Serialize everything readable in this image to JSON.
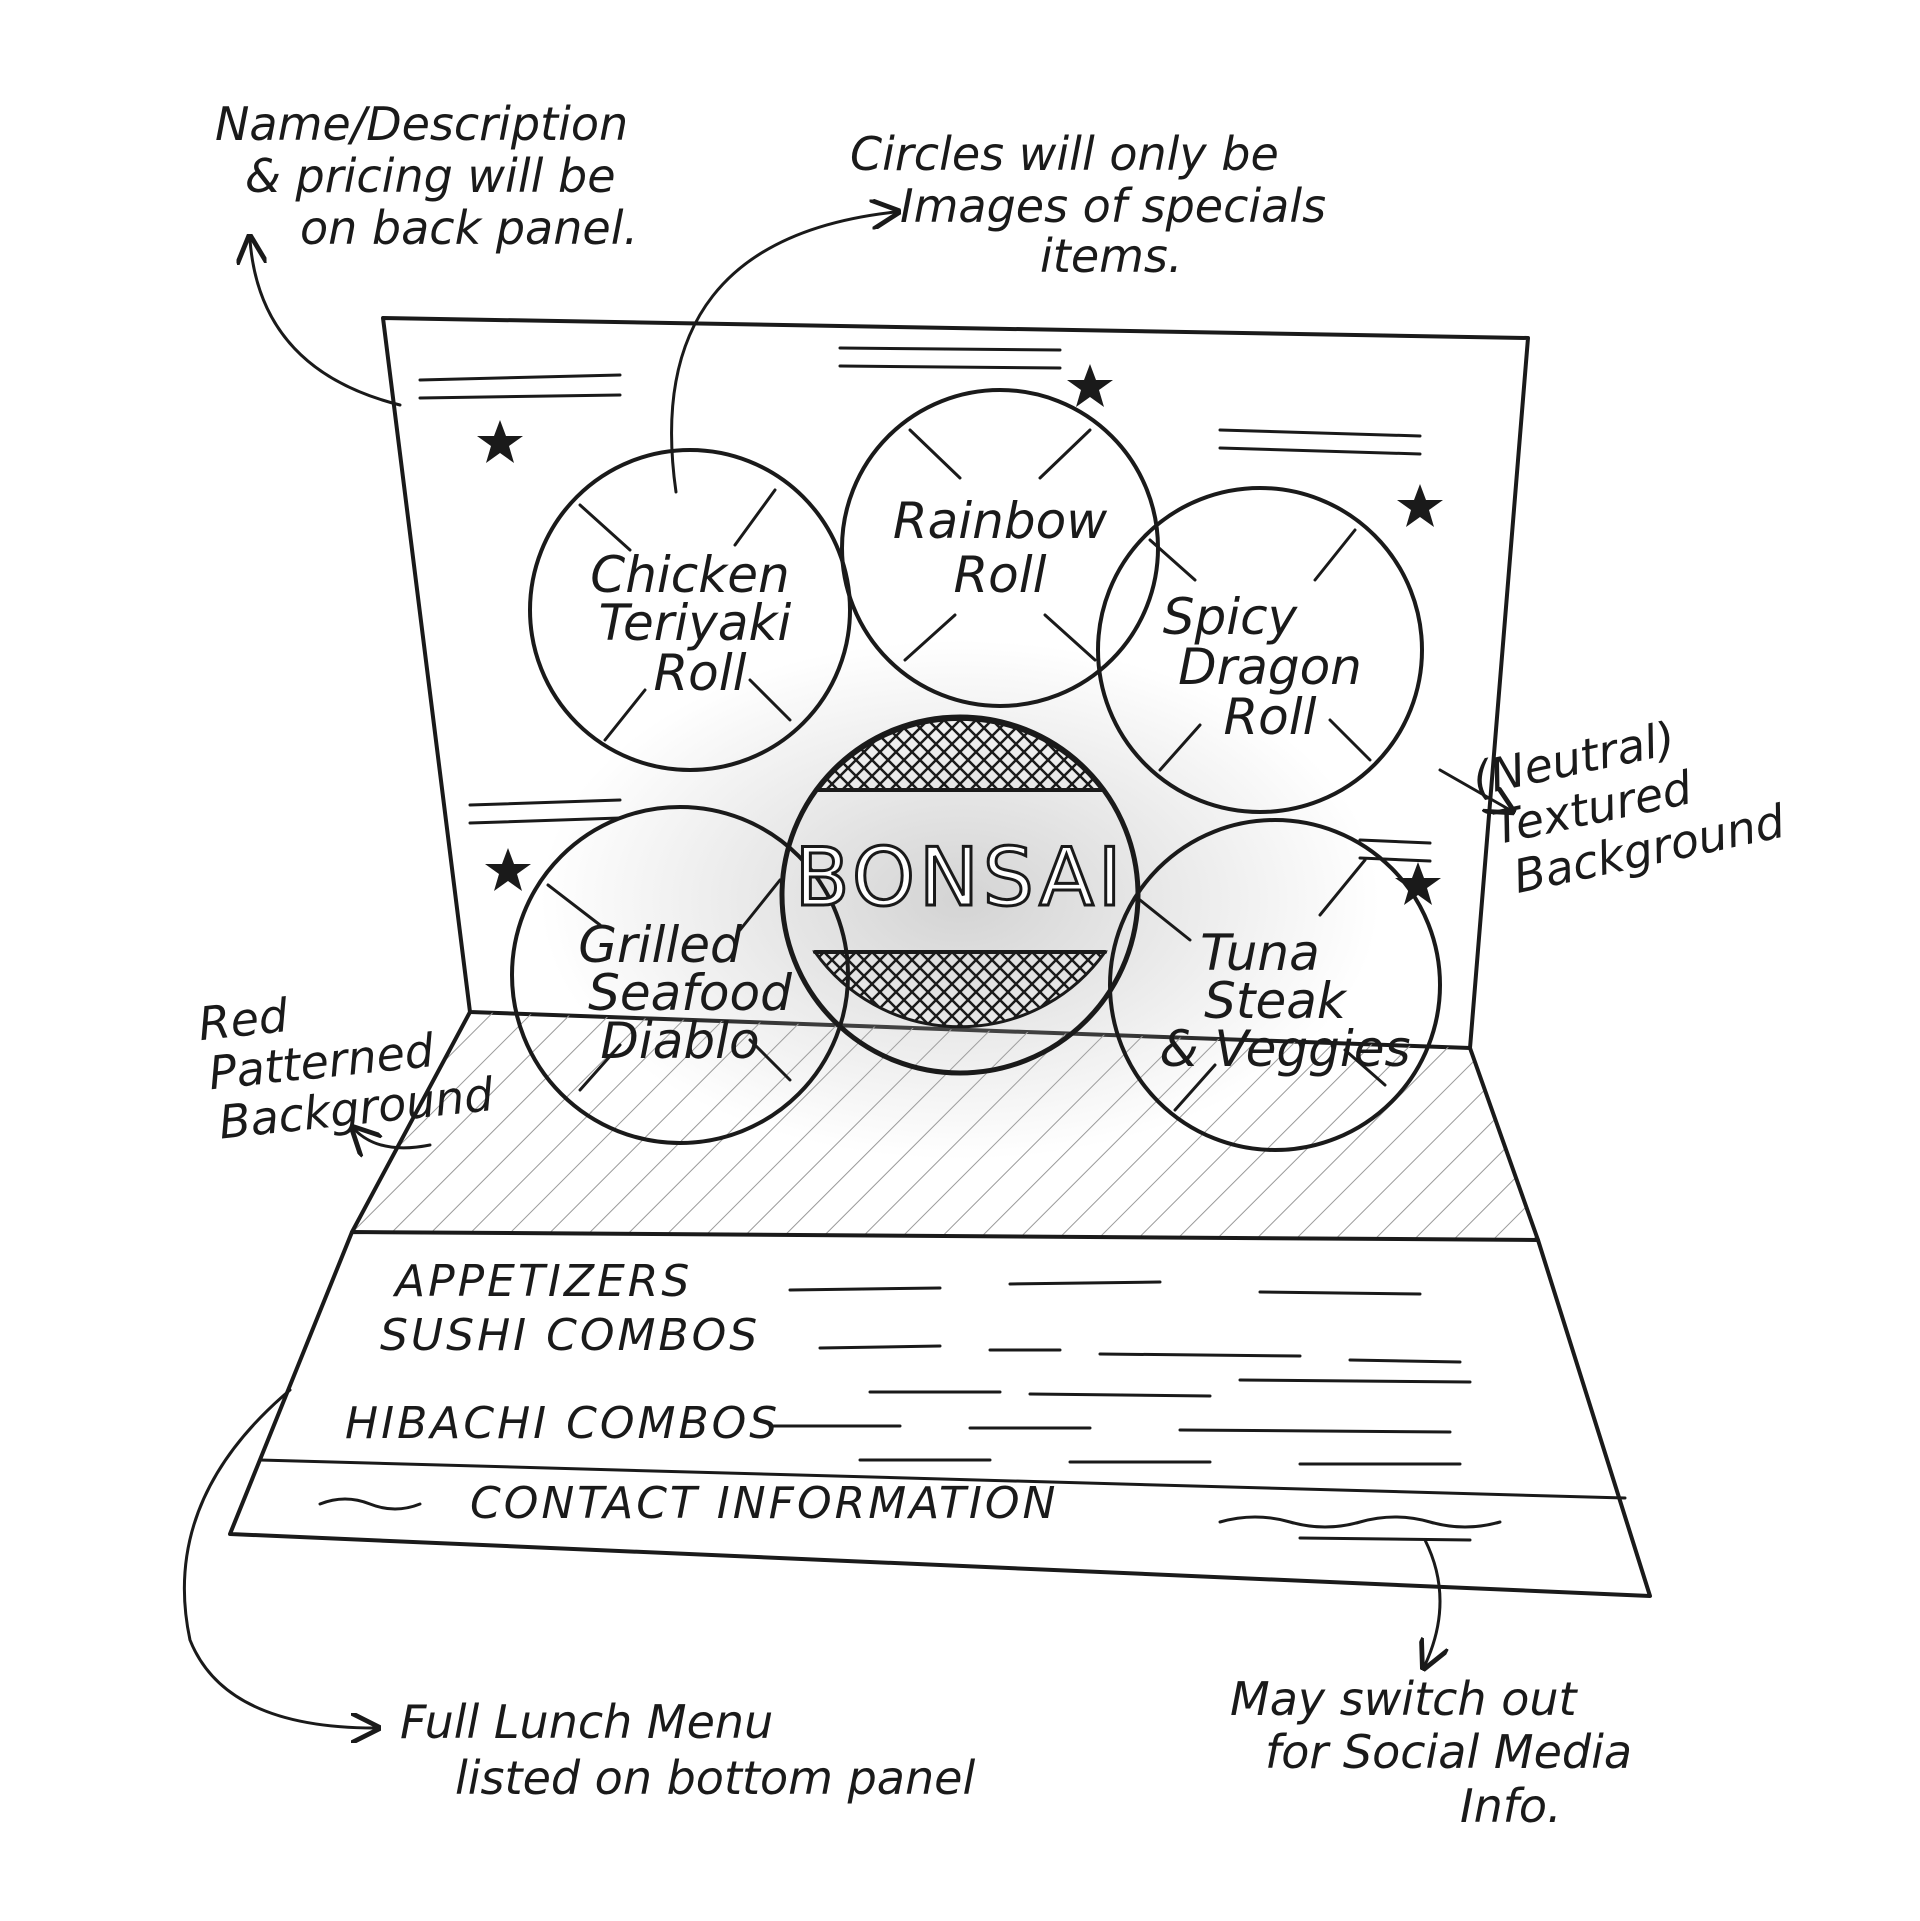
{
  "notes": {
    "top_left": [
      "Name/Description",
      "& pricing will be",
      "on back panel."
    ],
    "top_center": [
      "Circles will only be",
      "Images of specials",
      "items."
    ],
    "right": [
      "(Neutral)",
      "Textured",
      "Background"
    ],
    "left": [
      "Red",
      "Patterned",
      "Background"
    ],
    "bottom_left": [
      "Full Lunch Menu",
      "listed on bottom panel"
    ],
    "bottom_right": [
      "May switch out",
      "for Social Media",
      "Info."
    ]
  },
  "specials": {
    "rainbow": [
      "Rainbow",
      "Roll"
    ],
    "chicken": [
      "Chicken",
      "Teriyaki",
      "Roll"
    ],
    "spicy": [
      "Spicy",
      "Dragon",
      "Roll"
    ],
    "grilled": [
      "Grilled",
      "Seafood",
      "Diablo"
    ],
    "tuna": [
      "Tuna",
      "Steak",
      "& Veggies"
    ]
  },
  "logo": "BONSAI",
  "menu": {
    "appetizers": "APPETIZERS",
    "sushi": "SUSHI COMBOS",
    "hibachi": "HIBACHI COMBOS",
    "contact": "CONTACT INFORMATION"
  }
}
